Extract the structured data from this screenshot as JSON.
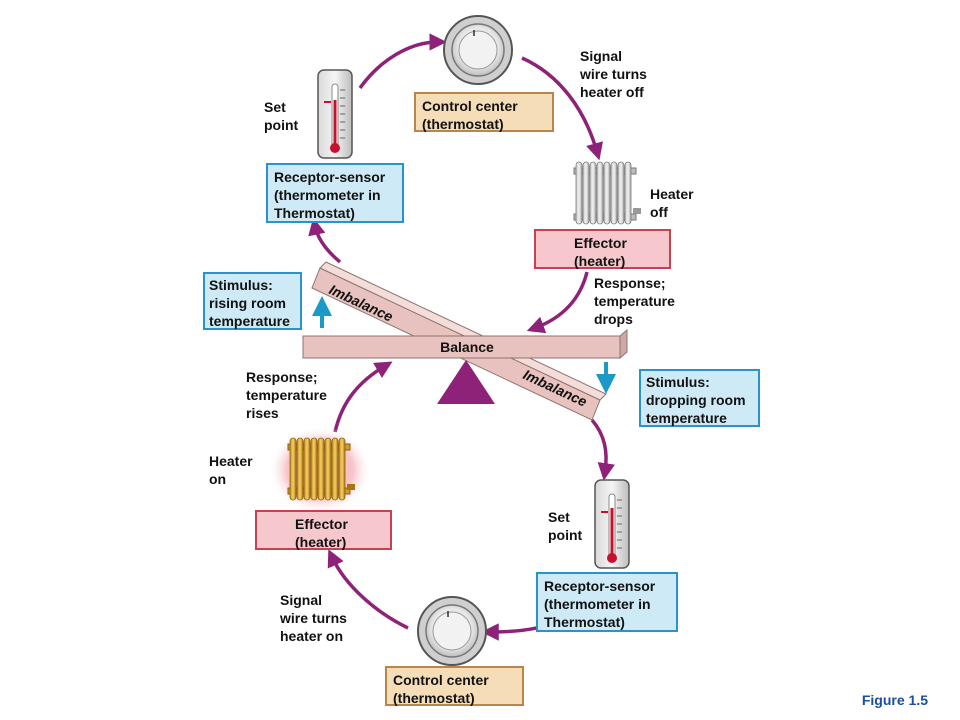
{
  "colors": {
    "arrow": "#8e2278",
    "stimulus_arrow": "#1c9ac6",
    "beam": "#e8c2be",
    "fulcrum": "#8e2278",
    "blue_box": "#cdeaf6",
    "pink_box": "#f6c7cc",
    "tan_box": "#f5ddb7"
  },
  "top_loop": {
    "control_center": "Control center\n(thermostat)",
    "signal_label": "Signal\nwire turns\nheater off",
    "heater_state": "Heater\noff",
    "effector": "Effector\n(heater)",
    "response_label": "Response;\ntemperature\ndrops",
    "receptor": "Receptor-sensor\n(thermometer in\nThermostat)",
    "set_point": "Set\npoint",
    "stimulus": "Stimulus:\nrising room\ntemperature"
  },
  "balance": {
    "beam_label": "Balance",
    "imbalance_left": "Imbalance",
    "imbalance_right": "Imbalance"
  },
  "bottom_loop": {
    "stimulus": "Stimulus:\ndropping room\ntemperature",
    "set_point": "Set\npoint",
    "receptor": "Receptor-sensor\n(thermometer in\nThermostat)",
    "control_center": "Control center\n(thermostat)",
    "signal_label": "Signal\nwire turns\nheater on",
    "effector": "Effector\n(heater)",
    "heater_state": "Heater\non",
    "response_label": "Response;\ntemperature\nrises"
  },
  "figure_label": "Figure 1.5",
  "icons": [
    "thermostat-dial-icon",
    "thermometer-icon",
    "radiator-icon",
    "fulcrum-icon"
  ]
}
